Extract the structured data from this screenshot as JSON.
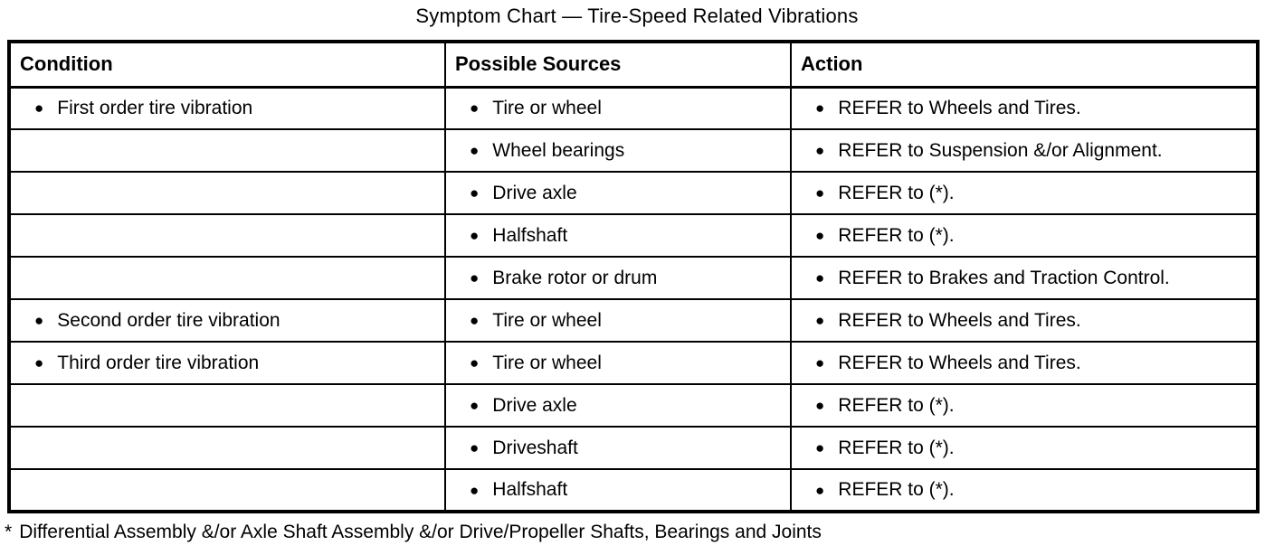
{
  "title": "Symptom Chart — Tire-Speed Related Vibrations",
  "bullet_icon": "●",
  "table": {
    "headers": [
      "Condition",
      "Possible Sources",
      "Action"
    ],
    "rows": [
      {
        "condition": "First order tire vibration",
        "source": "Tire or wheel",
        "action": "REFER to Wheels and Tires."
      },
      {
        "condition": "",
        "source": "Wheel bearings",
        "action": "REFER to Suspension &/or Alignment."
      },
      {
        "condition": "",
        "source": "Drive axle",
        "action": "REFER to (*)."
      },
      {
        "condition": "",
        "source": "Halfshaft",
        "action": "REFER to (*)."
      },
      {
        "condition": "",
        "source": "Brake rotor or drum",
        "action": "REFER to Brakes and Traction Control."
      },
      {
        "condition": "Second order tire vibration",
        "source": "Tire or wheel",
        "action": "REFER to Wheels and Tires."
      },
      {
        "condition": "Third order tire vibration",
        "source": "Tire or wheel",
        "action": "REFER to Wheels and Tires."
      },
      {
        "condition": "",
        "source": "Drive axle",
        "action": "REFER to (*)."
      },
      {
        "condition": "",
        "source": "Driveshaft",
        "action": "REFER to (*)."
      },
      {
        "condition": "",
        "source": "Halfshaft",
        "action": "REFER to (*)."
      }
    ]
  },
  "footnote": {
    "marker": "*",
    "text": "Differential Assembly &/or Axle Shaft Assembly &/or Drive/Propeller Shafts, Bearings and Joints"
  },
  "colors": {
    "text": "#000000",
    "border": "#000000",
    "background": "#ffffff"
  }
}
